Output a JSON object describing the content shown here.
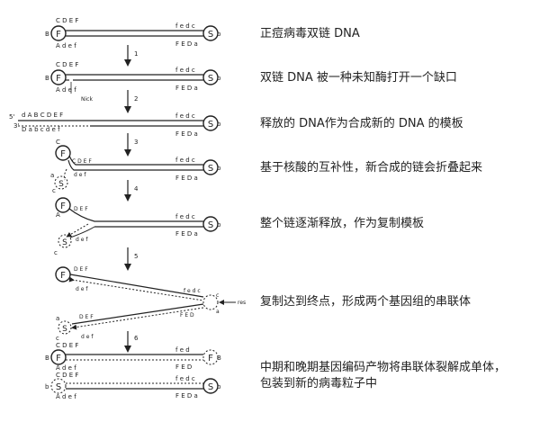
{
  "captions": [
    "正痘病毒双链 DNA",
    "双链 DNA 被一种未知酶打开一个缺口",
    "释放的 DNA作为合成新的 DNA 的模板",
    "基于核酸的互补性，新合成的链会折叠起来",
    "整个链逐渐释放，作为复制模板",
    "复制达到终点，形成两个基因组的串联体",
    "中期和晚期基因编码产物将串联体裂解成单体，",
    "包装到新的病毒粒子中"
  ],
  "steps": [
    "1",
    "2",
    "3",
    "4",
    "5",
    "6"
  ],
  "labels": {
    "F": "F",
    "S": "S",
    "top_left": "C  D E F",
    "bottom_left": "A  d e f",
    "top_right": "f e d  c",
    "bottom_right": "F E D  a",
    "small_A": "A",
    "small_B": "B",
    "small_C": "C",
    "small_a": "a",
    "small_b": "b",
    "small_c": "c",
    "nick": "Nick",
    "five_prime": "5'",
    "three_prime": "3'",
    "seq_top": "d  A  B  C  D E F",
    "seq_bot": "D  a  b  c  d  e  f",
    "res": "res",
    "fold_DEF": "D E F",
    "fold_def": "d e f",
    "rev_def": "e d",
    "rev_DEF": "F E D",
    "row7_top": "f e d",
    "row7_bot": "F E D"
  }
}
